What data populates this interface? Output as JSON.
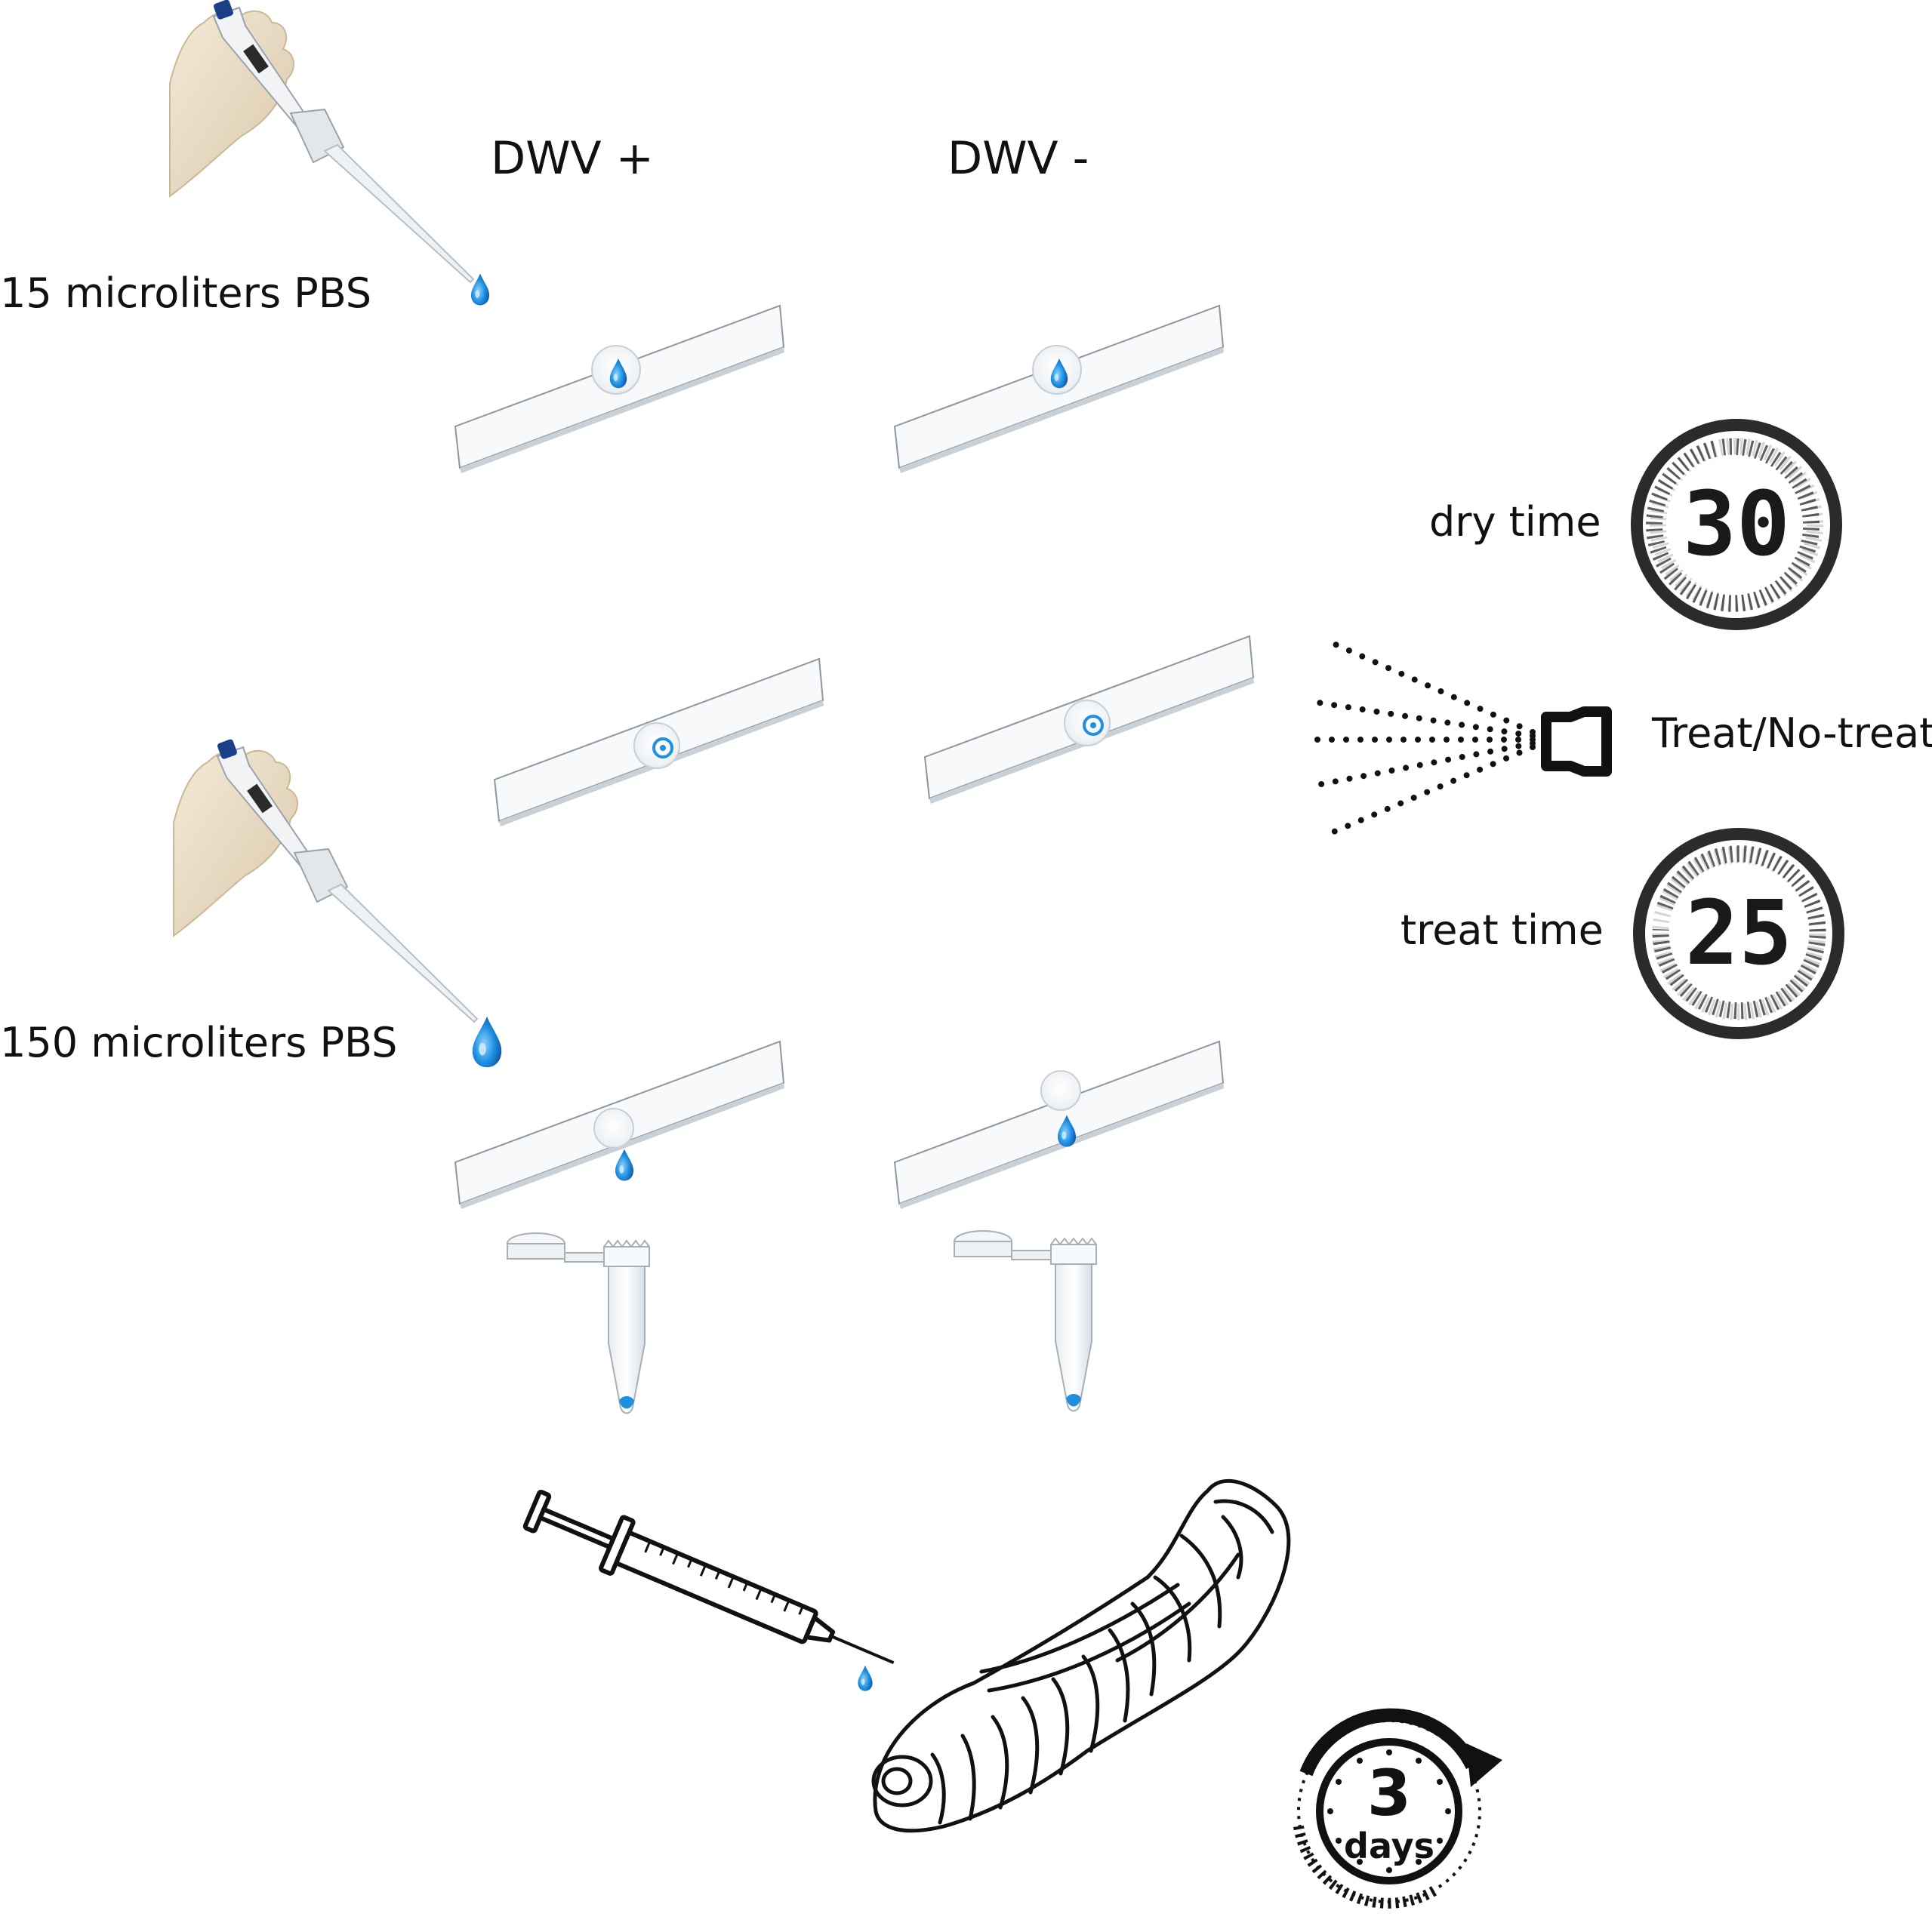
{
  "columns": {
    "positive": "DWV +",
    "negative": "DWV -"
  },
  "steps": {
    "pipette_small": "15 microliters PBS",
    "pipette_large": "150 microliters PBS"
  },
  "timers": {
    "dry": {
      "label": "dry time",
      "value": "30"
    },
    "treat": {
      "label": "treat time",
      "value": "25"
    }
  },
  "spray": {
    "label": "Treat/No-treat"
  },
  "incubation": {
    "value": "3",
    "unit": "days"
  },
  "icons": [
    "pipette-icon",
    "glass-slide-icon",
    "droplet-icon",
    "timer-icon",
    "spray-nozzle-icon",
    "microcentrifuge-tube-icon",
    "syringe-icon",
    "bee-pupa-icon",
    "incubation-clock-icon"
  ],
  "colors": {
    "droplet": "#1f8fe0",
    "ink": "#111111",
    "timer_dark": "#2b2b2b",
    "glass": "#f7f9fb"
  }
}
